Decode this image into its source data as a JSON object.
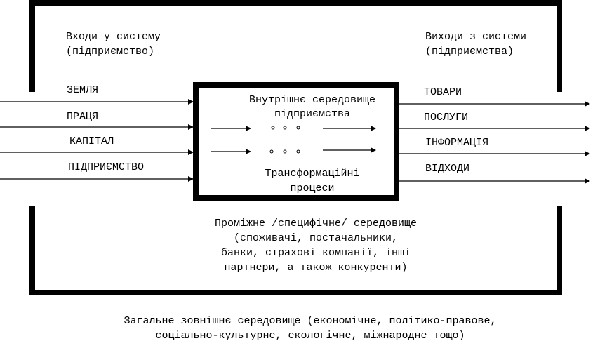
{
  "inputs": {
    "title_line1": "Входи у систему",
    "title_line2": "(підприємство)",
    "items": [
      "ЗЕМЛЯ",
      "ПРАЦЯ",
      "КАПІТАЛ",
      "ПІДПРИЄМСТВО"
    ]
  },
  "outputs": {
    "title_line1": "Виходи з системи",
    "title_line2": "(підприємства)",
    "items": [
      "ТОВАРИ",
      "ПОСЛУГИ",
      "ІНФОРМАЦІЯ",
      "ВІДХОДИ"
    ]
  },
  "internal": {
    "line1": "Внутрішнє середовище",
    "line2": "підприємства",
    "process_line1": "Трансформаційні",
    "process_line2": "процеси"
  },
  "intermediate": {
    "line1": "Проміжне /специфічне/ середовище",
    "line2": "(споживачі, постачальники,",
    "line3": "банки, страхові компанії, інші",
    "line4": "партнери, а також конкуренти)"
  },
  "general": {
    "line1": "Загальне зовнішнє середовище (економічне, політико-правове,",
    "line2": "соціально-культурне, екологічне, міжнародне тощо)"
  }
}
